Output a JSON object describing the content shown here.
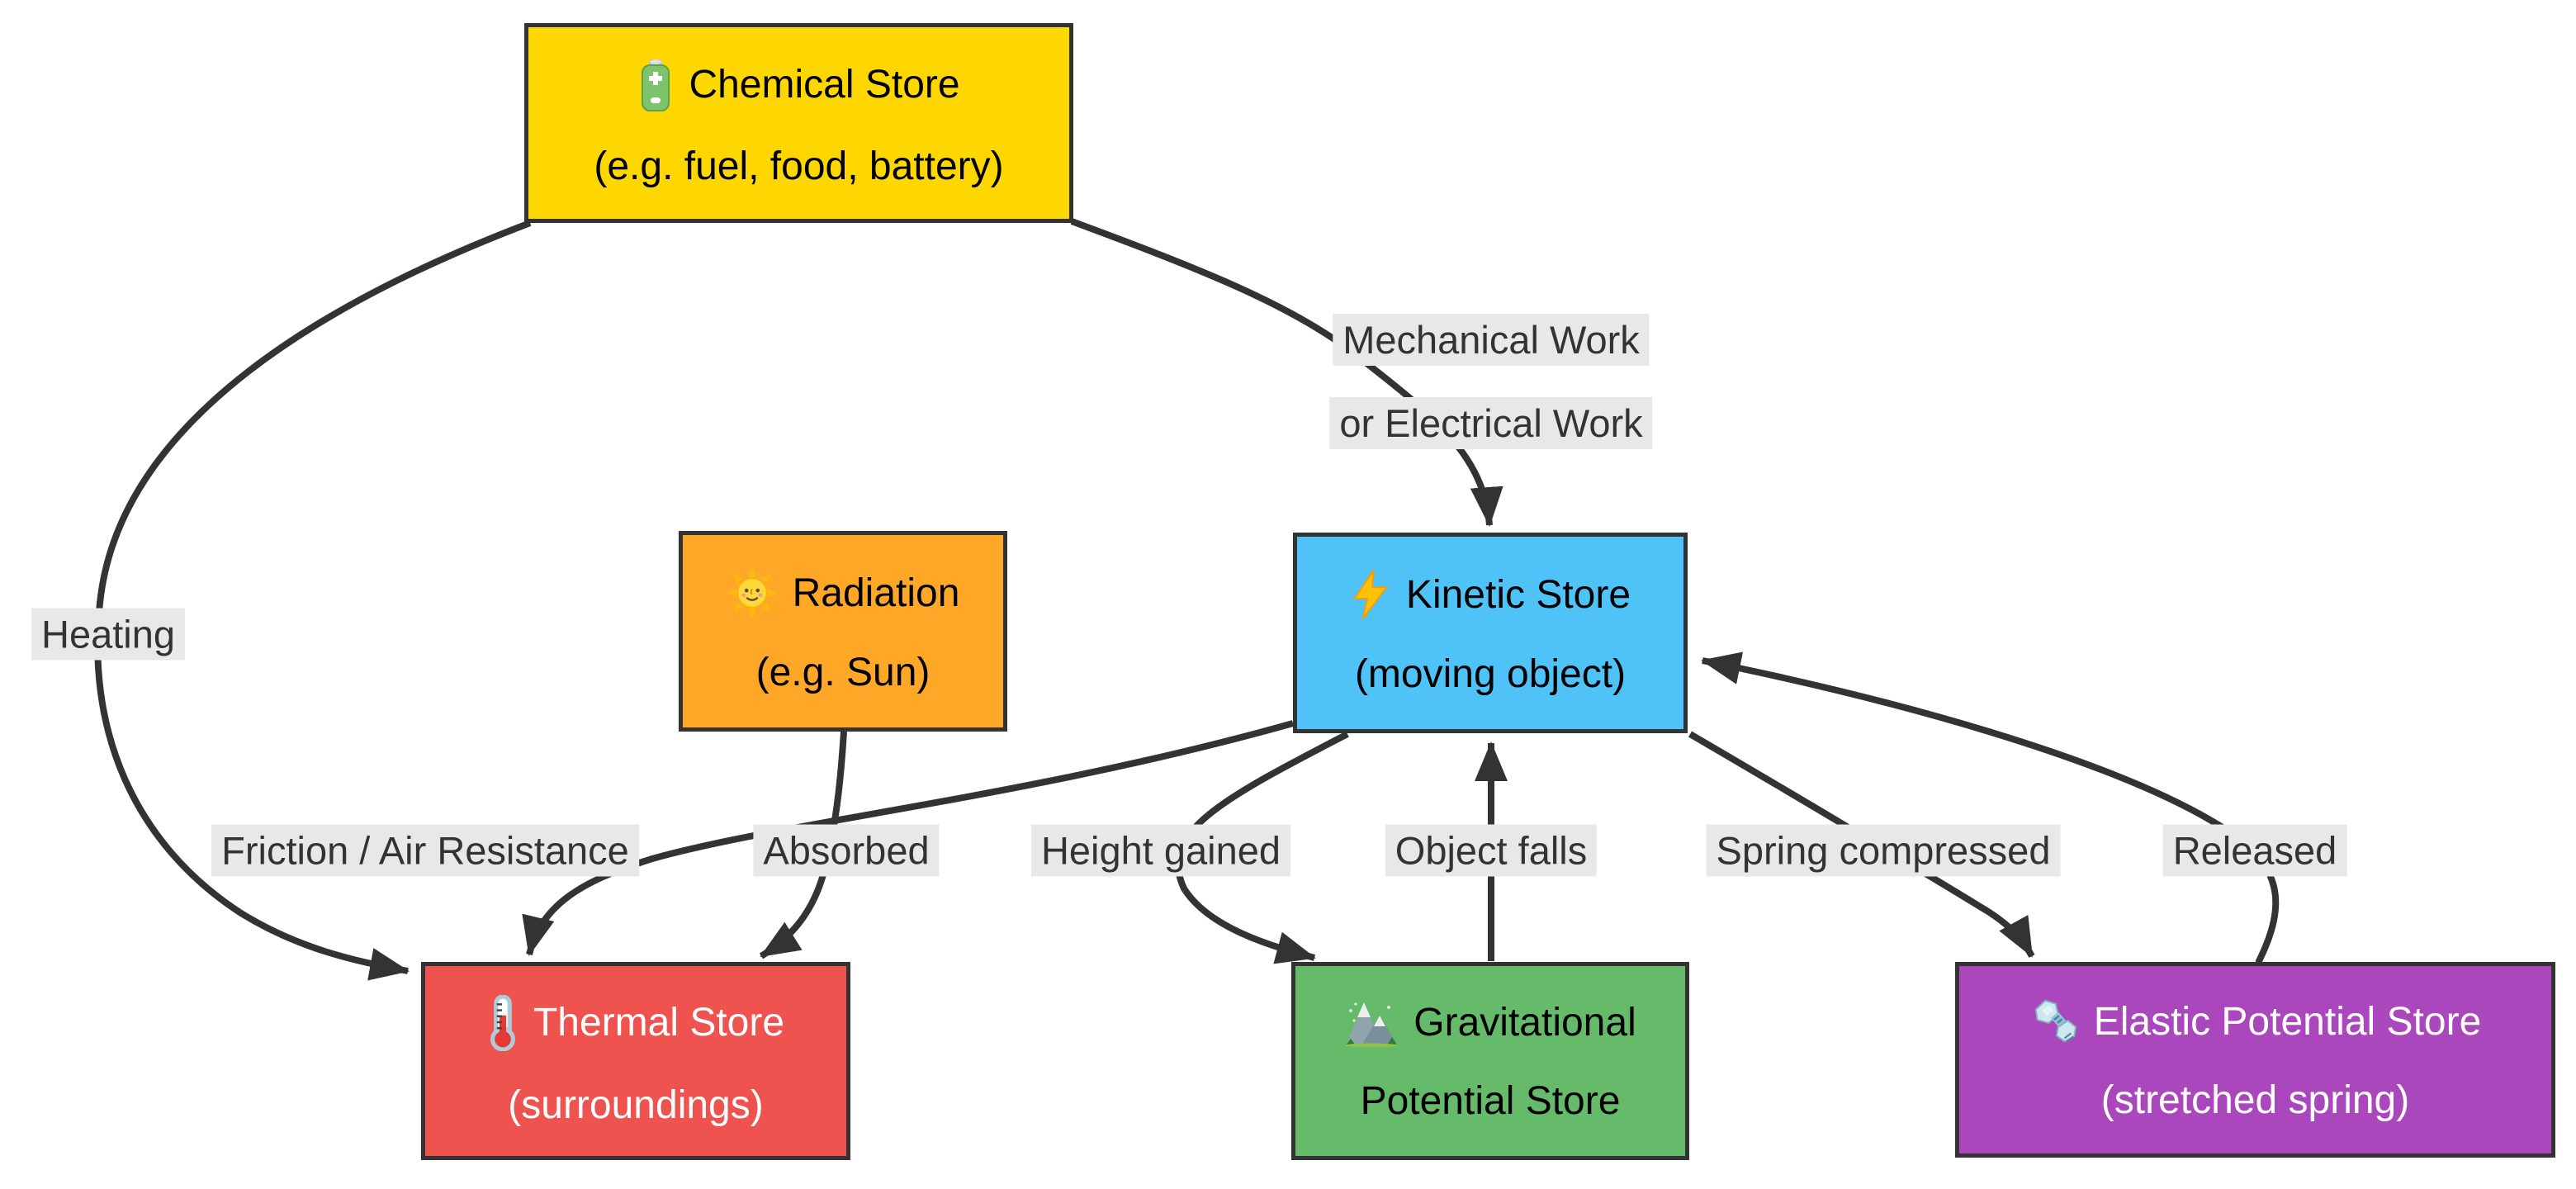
{
  "diagram": {
    "title_hint": "Energy stores and transfer pathways flowchart",
    "background": "#ffffff",
    "edge_color": "#333333",
    "edge_label_bg": "#e8e8e8",
    "edge_label_text_color": "#333333",
    "node_border_color": "#333333",
    "nodes": [
      {
        "id": "chemical",
        "icon": "battery-icon",
        "title": "Chemical Store",
        "subtitle": "(e.g. fuel, food, battery)",
        "fill": "#FFD700",
        "text_color": "#000000"
      },
      {
        "id": "radiation",
        "icon": "sun-with-face-icon",
        "title": "Radiation",
        "subtitle": "(e.g. Sun)",
        "fill": "#FFA726",
        "text_color": "#000000"
      },
      {
        "id": "kinetic",
        "icon": "lightning-icon",
        "title": "Kinetic Store",
        "subtitle": "(moving object)",
        "fill": "#4FC3F7",
        "text_color": "#000000"
      },
      {
        "id": "thermal",
        "icon": "thermometer-icon",
        "title": "Thermal Store",
        "subtitle": "(surroundings)",
        "fill": "#EF5350",
        "text_color": "#ffffff"
      },
      {
        "id": "gravitational",
        "icon": "mountain-icon",
        "title": "Gravitational",
        "subtitle": "Potential Store",
        "fill": "#66BB6A",
        "text_color": "#000000"
      },
      {
        "id": "elastic",
        "icon": "nut-and-bolt-icon",
        "title": "Elastic Potential Store",
        "subtitle": "(stretched spring)",
        "fill": "#AB47BC",
        "text_color": "#ffffff"
      }
    ],
    "edges": [
      {
        "id": "chemical-to-kinetic",
        "from": "Chemical Store",
        "to": "Kinetic Store",
        "label_line1": "Mechanical Work",
        "label_line2": "or Electrical Work"
      },
      {
        "id": "chemical-to-thermal",
        "from": "Chemical Store",
        "to": "Thermal Store",
        "label": "Heating"
      },
      {
        "id": "kinetic-to-thermal",
        "from": "Kinetic Store",
        "to": "Thermal Store",
        "label": "Friction / Air Resistance"
      },
      {
        "id": "radiation-to-thermal",
        "from": "Radiation",
        "to": "Thermal Store",
        "label": "Absorbed"
      },
      {
        "id": "kinetic-to-gravitational",
        "from": "Kinetic Store",
        "to": "Gravitational Potential Store",
        "label": "Height gained"
      },
      {
        "id": "gravitational-to-kinetic",
        "from": "Gravitational Potential Store",
        "to": "Kinetic Store",
        "label": "Object falls"
      },
      {
        "id": "kinetic-to-elastic",
        "from": "Kinetic Store",
        "to": "Elastic Potential Store",
        "label": "Spring compressed"
      },
      {
        "id": "elastic-to-kinetic",
        "from": "Elastic Potential Store",
        "to": "Kinetic Store",
        "label": "Released"
      }
    ]
  }
}
